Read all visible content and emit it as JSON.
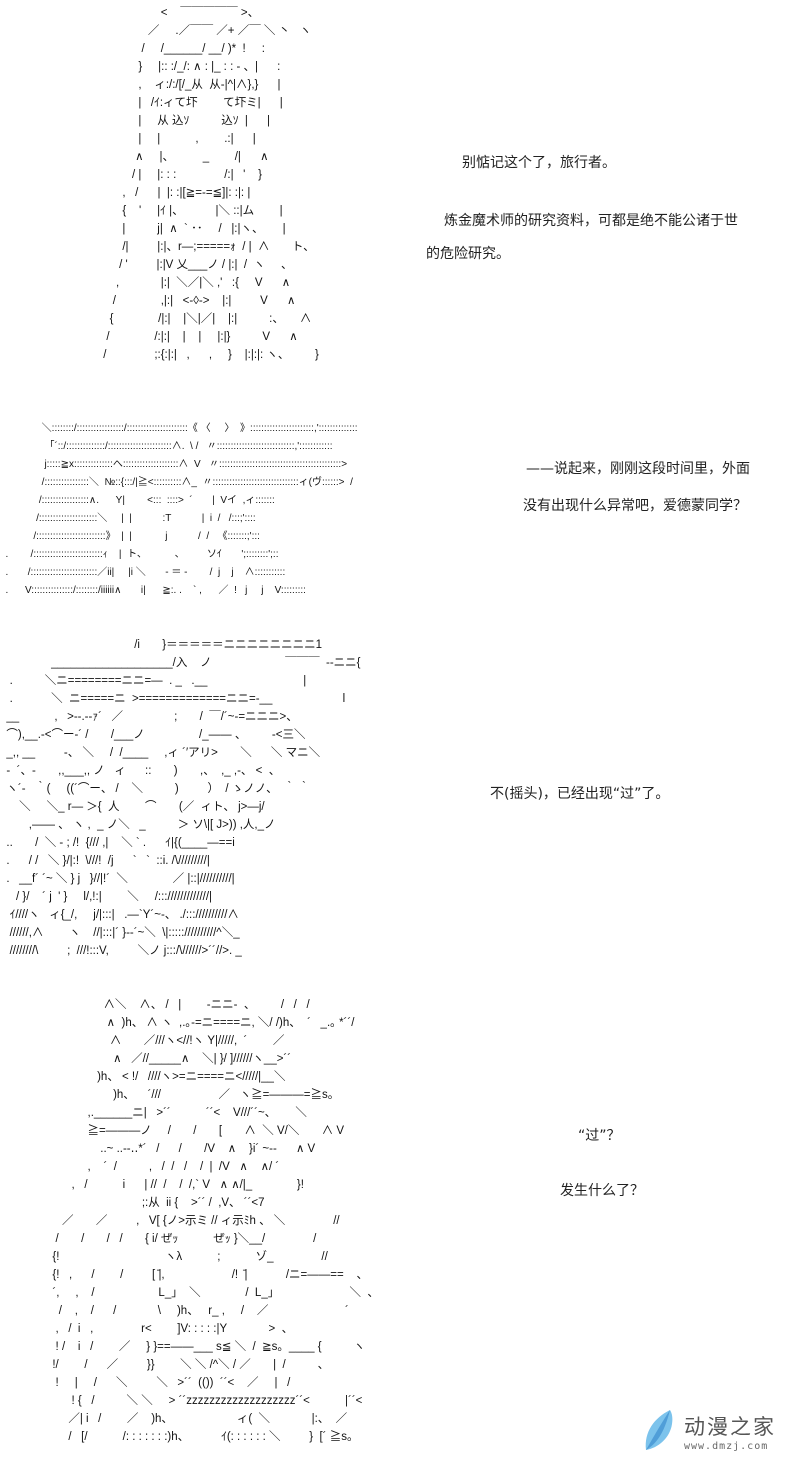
{
  "panels": [
    {
      "art": [
        "                   <    ￣￣￣￣￣ >、",
        "               ／     .／￣￣ ／+ ／￣ ＼ 丶   ヽ",
        "             /     /______/ __/ )*  !     :",
        "            }     |:: :/_/: ∧ : |_ : : - 、|      :",
        "            ,    ィ:/:/[/_从  从-|^|∧},}      |",
        "            |   /ｲ:ィて圷        て圷ミ|      |",
        "            |     从 込ｿ          込ｿ  |      |",
        "            |     |           ,        .:|      |",
        "           ∧     |、         _        /|      ∧",
        "          / |     |: : :               /:|   '    }",
        "       ,   /      |  |: :|[≧=-=≦]|: :|: |",
        "       {    '     |ｲ |、          |＼ ::|ム        |",
        "       |          j|  ∧  ` ･･     /   |:|ヽ、      |",
        "       /|         |:|、r―;=====ｫ  / |  ∧       ト、",
        "      / '         |:|V 乂___ノ / |:|  /  ヽ     、",
        "     ,             |:|  ＼／|＼ ,'   :{     V      ∧",
        "    /              ,|:|   <-◊->    |:|         V      ∧",
        "   {              /|:|    |＼|／|    |:|          :、     ∧",
        "  /              /:|:|    |    |     |:|}          V      ∧",
        " /               ;:{:|:|   ,      ,     }    |:|:|: ヽ、        }"
      ],
      "dialogue": [
        "别惦记这个了，旅行者。",
        "炼金魔术师的研究资料，可都是绝不能公诸于世",
        "的危险研究。"
      ]
    },
    {
      "art": [
        "               ＼::::::::/:::::::::::::::::/::::::::::::::::::::::《 〈     〉  》:::::::::::::::::::::::,'::::::::::::::",
        "                「´::/::::::::::::::/:::::::::::::::::::::::∧.  \\ /   〃::::::::::::::::::::::::::::,'::::::::::::",
        "                j:::::≧x::::::::::::::へ::::::::::::::::::::∧  V   〃::::::::::::::::::::::::::::::::::::::::::::>",
        "               /::::::::::::::::＼  №::{:::/|≧<::::::::::∧_  〃:::::::::::::::::::::::::::::::ィ(ヴ::::::>  /",
        "              /:::::::::::::::::∧.      Y|        <:::  ::::>  ´       |  Vイ  ,ィ:::::::",
        "             /:::::::::::::::::::::＼     |  |           :T           |  i  /   /:::;'::::",
        "            /:::::::::::::::::::::::::》  |  |            j           /  /   《:::::::;':::",
        "  .        /:::::::::::::::::::::::::ｨ    |  ト、          、        ソｲ       ';::::::::';::",
        "  .       /::::::::::::::::::::::::／ii|     |i ＼       - ＝ -        /  j    j    ∧:::::::::::",
        "  .      V:::::::::::::::/::::::::/iiiiii∧       i|      ≧:. .    ` ,      ／  !   j     j    V:::::::::"
      ],
      "dialogue": [
        "——说起来，刚刚这段时间里，外面",
        "没有出现什么异常吧，爱德蒙同学？"
      ]
    },
    {
      "art": [
        "                                          /i       }＝＝＝＝＝ニニニニニニニニ1",
        "                ___________________/入    ノ                       ￣￣￣  --ニニ{",
        "   .          ＼ニ========ニニ=—  . _   .__                              |",
        "   .            ＼  ニ=====ニ  >=============ニニ=-__                      l",
        "  __           ,   >--.--ｧ´   ／                ;       /  ￣/´~-=ニニニ>、",
        "  ⌒),__.-<⌒ー-´ /       /___ノ                 /_—— 、        -<三＼",
        "  _,, __         -、 ＼     /  /____     ,ィ ´′アリ>       ＼      ＼ マニ＼",
        "  -  ´、-       ,,___,, ノ   ィ      ::       )       ,、  ,_ ,-、 <  、",
        "  ヽ´-   ｀(     ((´⌒ー、 /    ＼          )         ）  / ゝノノ、  ｀ ｀",
        "      ＼     ＼_ r— ＞{  人        ⌒       (／  ィト、 j>—j/",
        "         ,—— 、 ヽ ,  _ ノ＼   _          ＞ ソ\\|[ J>)) ,人,_ノ",
        "  ..       /  ＼ - ; /!  {/// ,|    ＼ ` .      ｲ|{(____―==i",
        "  .      / /   ＼ }/|:!  \\///!  /j      `   `  ::i. /\\/////////|",
        "  .   __f´ ´~ ＼ } j   }//|!´  ＼              ／ |::|//////////|",
        "     / }/    ´ j  ' }     l/,!:|        ＼     /::://///////////|",
        "   ｲ////ヽ   ィ{_/,     j/|:::|   .—`Y´~-、 ./::://////////∧",
        "   //////,∧        ヽ    //|:::|´ }--´~＼  \\|::::://////////^＼_",
        "   ////////\\         ;  ///!:::V,         ＼ノ j:::/\\//////>´´//>. _"
      ],
      "dialogue": [
        "不(摇头)，已经出现“过”了。"
      ]
    },
    {
      "art": [
        "                       ∧＼    ∧、 /   |        -ニニ-  、        /   /   /",
        "                        ∧  )h、 ∧ ヽ  ,.｡-=ニ====ニ, ＼/ /)h、  ´   _.｡ *´´/",
        "                         ∧       ／///ヽ<//!ヽ Y|/////,  ´        ／",
        "                          ∧   ／//_____∧    ＼| }/ ]//////ヽ__>´´",
        "                     )h、 < !/   ////ヽ>=ニ====ニ</////|__＼",
        "                          )h、    ´///                  ／   ヽ≧=———=≧s。",
        "                  ,.______ニ|   >´´           ´´<    V///´´~、      ＼",
        "                  ≧=———ノ     /       /       [       ∧  ＼ V/＼       ∧ V",
        "                      ..~ ..--‥*´   /      /       /V    ∧    }i´ ~--      ∧ V",
        "                  ,    ´  /          ,   /  /   /    /  |  /V   ∧    ∧/ ´",
        "             ,   /           i      | //  /    /  /,` V   ∧ ∧/|_              }!",
        "                                   ;:从  ii {    >´´ /  ,V、 ´´<7",
        "          ／       ／         ,   V[ {ノ>示ミ // ィ示ﾐh 、 ＼               //",
        "        /       /       /   /       { i/ ぜｯ           ぜｯ }＼__/               /",
        "       {!                                 ヽλ           ;           ゾ_               //",
        "       {!   ,      /        /         [ ̄|,                     /!  ̄|            /ニ=——==    、",
        "       ´,     ,    /                    L_」  ＼              /  L_」                      ＼  、",
        "         /    ,    /      /             \\     )h、   r_ ,     /    ／                        ´",
        "        ,   /  i   ,               r<        ]V: : : : :|Y             >  、",
        "        ! /    i   /        ／     } }==——___ s≦ ＼  /  ≧s。____ {          ヽ",
        "       !/        /      ／         }}        ＼ ＼ /^＼ / ／       |  /          、",
        "        !     |     /      ＼         ＼   >´´  (())  ´´<    ／     |   /",
        "             ! {   /          ＼ ＼     > ´´zzzzzzzzzzzzzzzzzzz´´<           |´´<",
        "            ／| i   /        ／    )h、                    ィ(  ＼             |:、  ／",
        "            /   [/           /: : : : : : :)h、          ｲ(: : : : : : ＼         }  [´ ≧s。"
      ],
      "dialogue": [
        "“过”？",
        "发生什么了？"
      ]
    }
  ],
  "watermark": {
    "name": "动漫之家",
    "url": "www.dmzj.com",
    "color": "#5aaee0"
  }
}
